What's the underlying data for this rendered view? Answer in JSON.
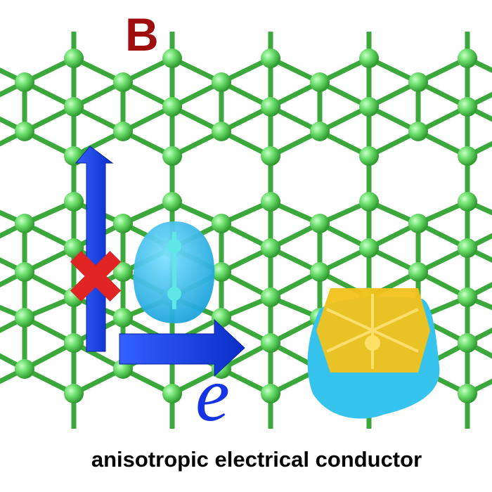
{
  "labels": {
    "magnetic_field": "B",
    "electron": "e",
    "caption": "anisotropic electrical conductor"
  },
  "colors": {
    "lattice_bond": "#3aa83a",
    "atom": "#5fd95f",
    "arrow": "#1240e8",
    "blocked_mark": "#e02424",
    "orbital_cyan": "#36c4ef",
    "orbital_yellow": "#f5c400",
    "b_label": "#a00d0d"
  }
}
